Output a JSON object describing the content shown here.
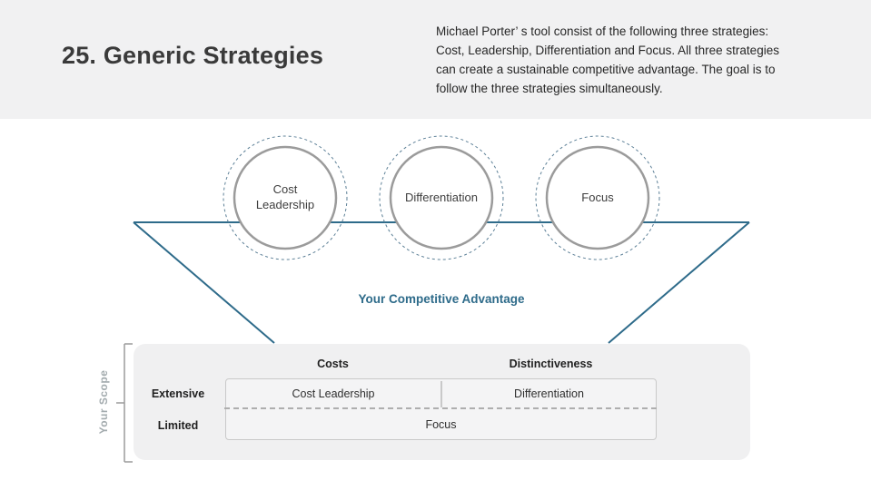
{
  "header": {
    "title": "25. Generic Strategies",
    "intro_lines": [
      "Michael Porter’ s tool consist of the following three strategies:",
      "Cost, Leadership, Differentiation and Focus. All three strategies",
      "can create a sustainable competitive advantage. The goal is to",
      "follow the three strategies simultaneously."
    ]
  },
  "diagram": {
    "circles": [
      {
        "label": "Cost Leadership"
      },
      {
        "label": "Differentiation"
      },
      {
        "label": "Focus"
      }
    ],
    "funnel_caption": "Your Competitive Advantage"
  },
  "matrix": {
    "axis_label": "Your Scope",
    "column_headers": [
      "Costs",
      "Distinctiveness"
    ],
    "row_labels": [
      "Extensive",
      "Limited"
    ],
    "cells": {
      "extensive_costs": "Cost Leadership",
      "extensive_distinctiveness": "Differentiation",
      "limited_span": "Focus"
    }
  },
  "colors": {
    "accent_teal": "#2e6b8a",
    "header_background": "#f1f1f2",
    "panel_background": "#f0f0f1",
    "circle_inner_stroke": "#9b9b9b",
    "circle_dashed_stroke": "#5d8097",
    "grid_border": "#c9c9c9",
    "bracket_gray": "#9b9b9b"
  }
}
